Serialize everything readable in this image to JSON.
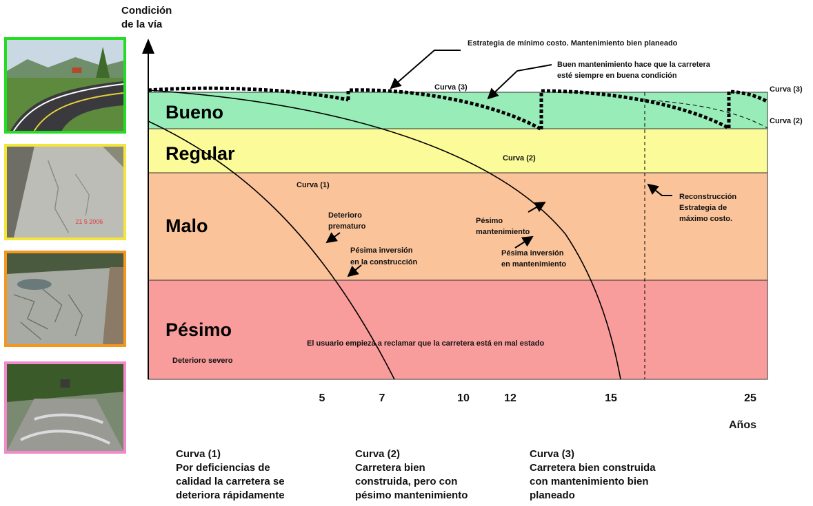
{
  "axis": {
    "y_title_line1": "Condición",
    "y_title_line2": "de la vía",
    "x_title": "Años",
    "x_ticks": [
      "5",
      "7",
      "10",
      "12",
      "15",
      "25"
    ]
  },
  "bands": [
    {
      "label": "Bueno",
      "color": "#97ecb8"
    },
    {
      "label": "Regular",
      "color": "#fbfb99"
    },
    {
      "label": "Malo",
      "color": "#fbc39a"
    },
    {
      "label": "Pésimo",
      "color": "#f99c9c"
    }
  ],
  "photos": [
    {
      "name": "photo-good-road",
      "border": "#22dd22"
    },
    {
      "name": "photo-regular-road",
      "border": "#f2e63a"
    },
    {
      "name": "photo-bad-road",
      "border": "#f5961e"
    },
    {
      "name": "photo-terrible-road",
      "border": "#f08ac8"
    }
  ],
  "labels": {
    "curva1": "Curva (1)",
    "curva2": "Curva (2)",
    "curva3_top": "Curva (3)",
    "curva3_right": "Curva (3)",
    "curva2_right": "Curva (2)",
    "strategy_min_cost": "Estrategia de mínimo costo.  Mantenimiento bien planeado",
    "good_maint_line1": "Buen mantenimiento hace que la carretera",
    "good_maint_line2": "esté siempre en buena condición",
    "premature_line1": "Deterioro",
    "premature_line2": "prematuro",
    "bad_invest_line1": "Pésima inversión",
    "bad_invest_line2": "en la construcción",
    "pesimo_maint_line1": "Pésimo",
    "pesimo_maint_line2": "mantenimiento",
    "bad_invest_maint_line1": "Pésima inversión",
    "bad_invest_maint_line2": "en mantenimiento",
    "recon_line1": "Reconstrucción",
    "recon_line2": "Estrategia de",
    "recon_line3": "máximo costo.",
    "user_complaint": "El usuario empieza a reclamar que la carretera está en mal estado",
    "severe": "Deterioro severo"
  },
  "footnotes": [
    {
      "title": "Curva (1)",
      "lines": [
        "Por deficiencias de",
        "calidad la carretera se",
        "deteriora rápidamente"
      ]
    },
    {
      "title": "Curva (2)",
      "lines": [
        "Carretera bien",
        "construida, pero con",
        "pésimo mantenimiento"
      ]
    },
    {
      "title": "Curva (3)",
      "lines": [
        "Carretera bien construida",
        "con mantenimiento bien",
        "planeado"
      ]
    }
  ]
}
